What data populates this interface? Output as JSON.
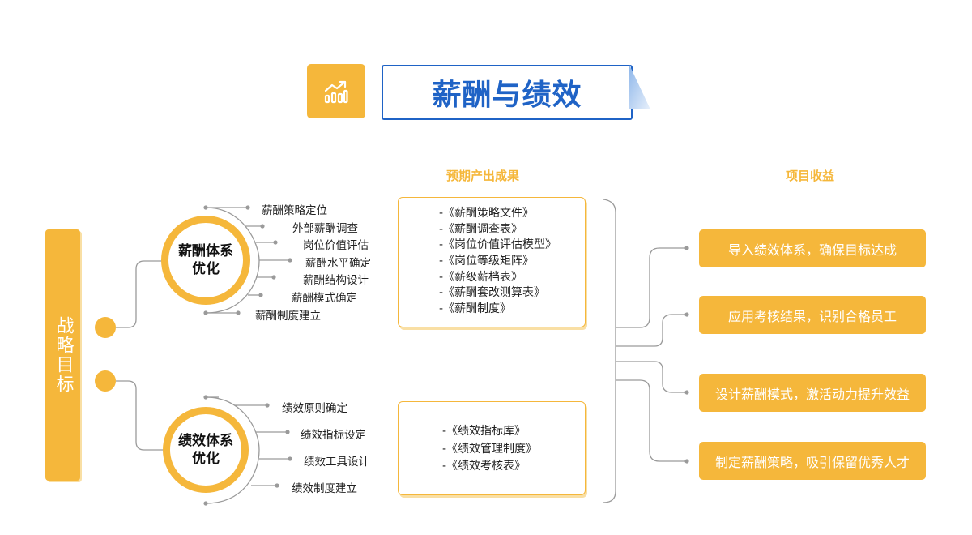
{
  "header": {
    "icon": "chart-growth-icon",
    "title": "薪酬与绩效"
  },
  "columns": {
    "outputs": "预期产出成果",
    "benefits": "项目收益"
  },
  "strategy": {
    "label": "战略目标"
  },
  "salary_system": {
    "label_line1": "薪酬体系",
    "label_line2": "优化",
    "items": [
      "薪酬策略定位",
      "外部薪酬调查",
      "岗位价值评估",
      "薪酬水平确定",
      "薪酬结构设计",
      "薪酬模式确定",
      "薪酬制度建立"
    ],
    "outputs": [
      "-《薪酬策略文件》",
      "-《薪酬调查表》",
      "-《岗位价值评估模型》",
      "-《岗位等级矩阵》",
      "-《薪级薪档表》",
      "-《薪酬套改测算表》",
      "-《薪酬制度》"
    ]
  },
  "performance_system": {
    "label_line1": "绩效体系",
    "label_line2": "优化",
    "items": [
      "绩效原则确定",
      "绩效指标设定",
      "绩效工具设计",
      "绩效制度建立"
    ],
    "outputs": [
      "-《绩效指标库》",
      "-《绩效管理制度》",
      "-《绩效考核表》"
    ]
  },
  "benefits": [
    "导入绩效体系，确保目标达成",
    "应用考核结果，识别合格员工",
    "设计薪酬模式，激活动力提升效益",
    "制定薪酬策略，吸引保留优秀人才"
  ],
  "colors": {
    "accent": "#f5b73b",
    "title_blue": "#1f63c6",
    "line_gray": "#9a9a9a"
  }
}
